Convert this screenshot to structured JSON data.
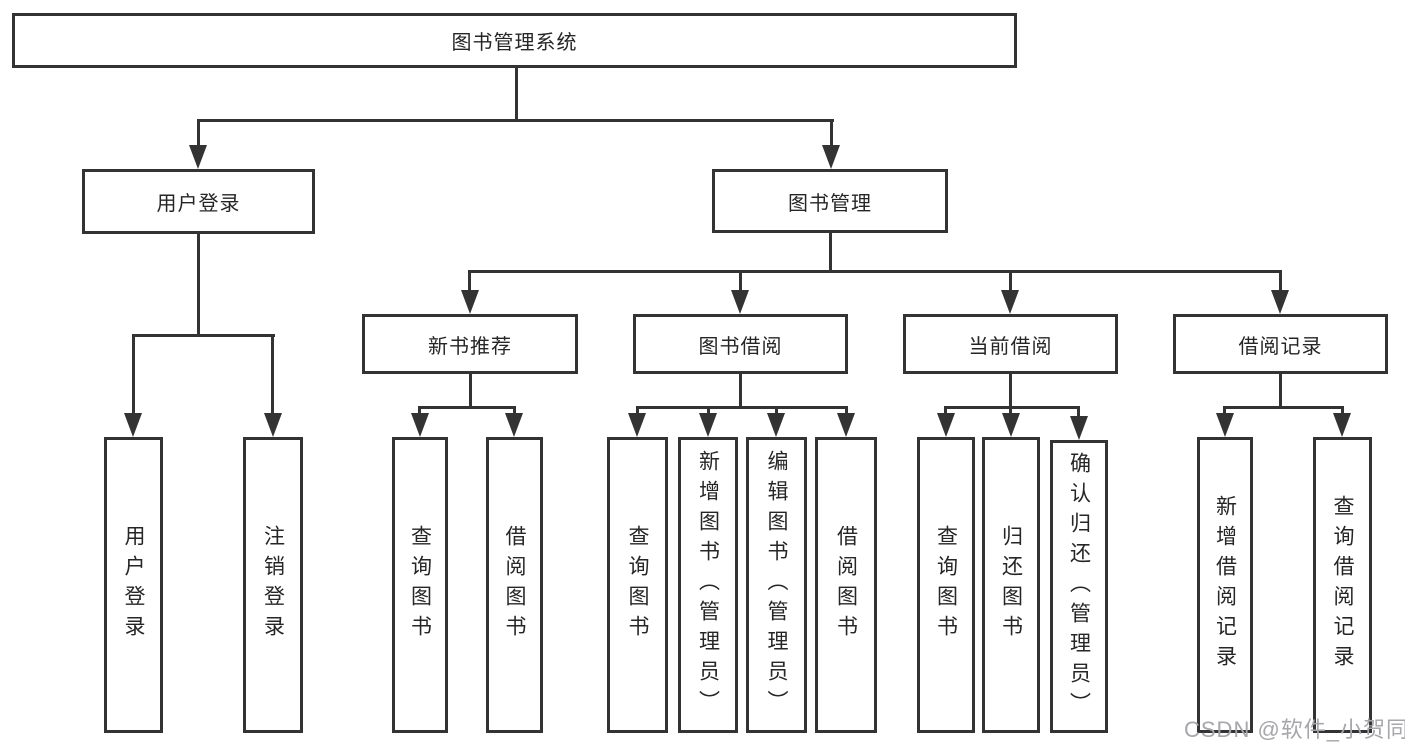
{
  "diagram_title": "图书管理系统",
  "tree": {
    "root": "图书管理系统",
    "user_login_branch": {
      "label": "用户登录",
      "children": [
        "用户登录",
        "注销登录"
      ]
    },
    "book_mgmt_branch": {
      "label": "图书管理",
      "sections": [
        {
          "label": "新书推荐",
          "children": [
            "查询图书",
            "借阅图书"
          ]
        },
        {
          "label": "图书借阅",
          "children": [
            "查询图书",
            "新增图书（管理员）",
            "编辑图书（管理员）",
            "借阅图书"
          ]
        },
        {
          "label": "当前借阅",
          "children": [
            "查询图书",
            "归还图书",
            "确认归还（管理员）"
          ]
        },
        {
          "label": "借阅记录",
          "children": [
            "新增借阅记录",
            "查询借阅记录"
          ]
        }
      ]
    }
  },
  "watermark": "CSDN @软件_小贺同学",
  "colors": {
    "line": "#333333",
    "text": "#262626",
    "background": "#ffffff",
    "watermark": "#a6a6ab"
  }
}
